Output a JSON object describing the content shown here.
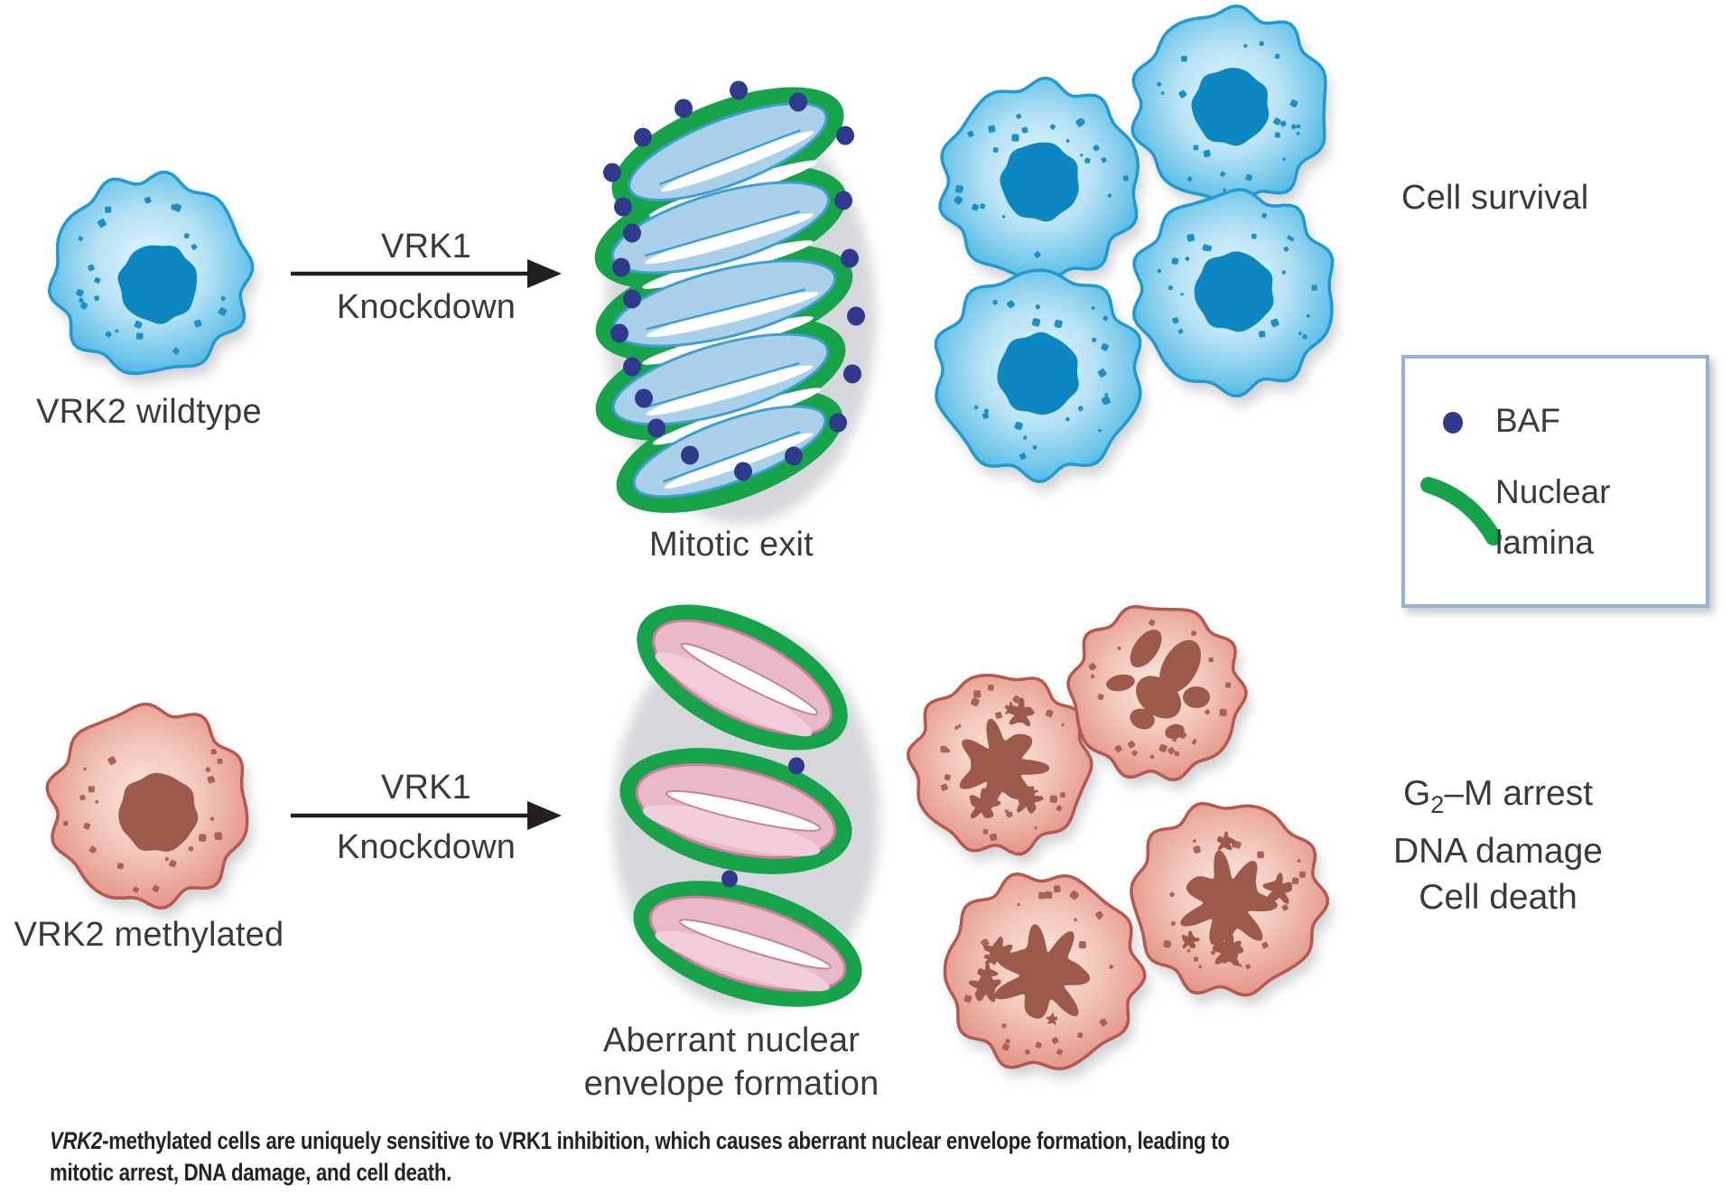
{
  "palette": {
    "blue_cell": {
      "border": "#1f9ad2",
      "speckle": "#1b90c8",
      "nucleus": "#0d87c1",
      "body_stops": [
        "#e9f7fd",
        "#b5e2f5",
        "#6cc4e9",
        "#35a9de"
      ]
    },
    "red_cell": {
      "border": "#b5584f",
      "speckle": "#ab6154",
      "nucleus": "#9d5a4b",
      "body_stops": [
        "#fae8e1",
        "#f2c6bb",
        "#e8a193",
        "#df897c"
      ]
    },
    "lamina_green": "#16a34a",
    "baf_navy": "#2f3a8d",
    "blue_lobe": {
      "fill": "#abd1ea",
      "stroke": "#3f9fd4"
    },
    "pink_lobe": {
      "fill": "#eab9c8",
      "stroke": "#c87f99"
    },
    "arrow": "#231f20",
    "label_text": "#3a3a3a",
    "caption_text": "#232323",
    "legend_border": "#92b4da"
  },
  "top_pathway": {
    "cell_label": "VRK2 wildtype",
    "arrow_line1": "VRK1",
    "arrow_line2": "Knockdown",
    "stage_label": "Mitotic exit",
    "outcome": "Cell survival"
  },
  "bottom_pathway": {
    "cell_label": "VRK2 methylated",
    "arrow_line1": "VRK1",
    "arrow_line2": "Knockdown",
    "stage_label_line1": "Aberrant nuclear",
    "stage_label_line2": "envelope formation",
    "outcome_line1_pre": "G",
    "outcome_line1_sub": "2",
    "outcome_line1_post": "–M arrest",
    "outcome_line2": "DNA damage",
    "outcome_line3": "Cell death"
  },
  "legend": {
    "baf_label": "BAF",
    "lamina_label": "Nuclear lamina"
  },
  "caption": {
    "italic_lead": "VRK2",
    "line1_rest": "-methylated cells are uniquely sensitive to VRK1 inhibition, which causes aberrant nuclear envelope formation, leading to",
    "line2": "mitotic arrest, DNA damage, and cell death."
  }
}
